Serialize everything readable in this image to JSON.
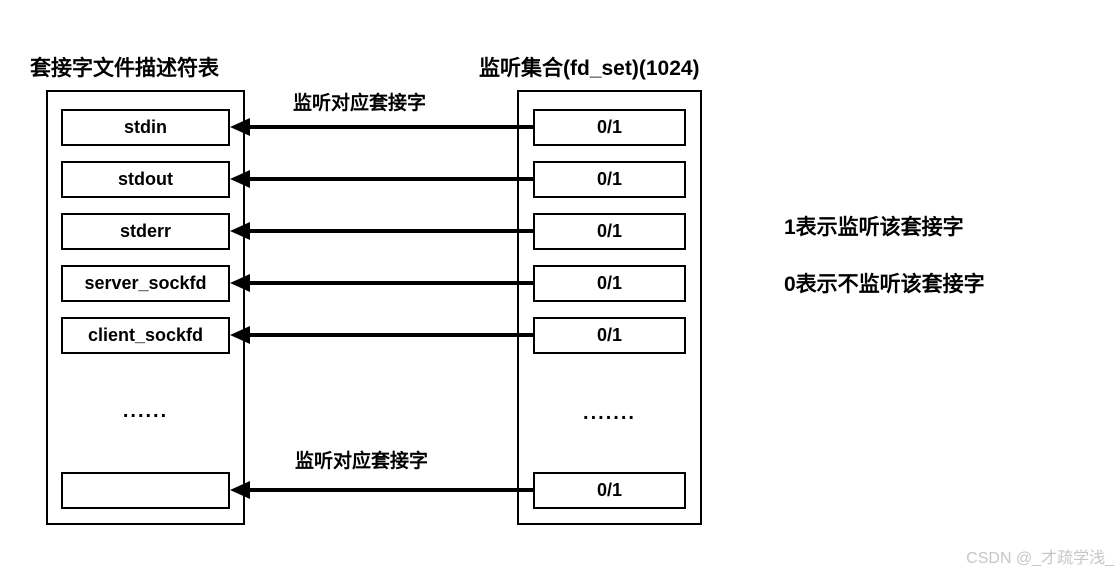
{
  "left_table": {
    "title": "套接字文件描述符表",
    "cells": [
      "stdin",
      "stdout",
      "stderr",
      "server_sockfd",
      "client_sockfd",
      ""
    ],
    "cell_names": [
      "stdin",
      "stdout",
      "stderr",
      "server-sockfd",
      "client-sockfd",
      "empty"
    ],
    "ellipsis": "......"
  },
  "right_table": {
    "title": "监听集合(fd_set)(1024)",
    "cells": [
      "0/1",
      "0/1",
      "0/1",
      "0/1",
      "0/1",
      "0/1"
    ],
    "ellipsis": "......."
  },
  "arrow_labels": {
    "top": "监听对应套接字",
    "bottom": "监听对应套接字"
  },
  "annotations": [
    "1表示监听该套接字",
    "0表示不监听该套接字"
  ],
  "watermark": "CSDN @_才疏学浅_",
  "colors": {
    "line": "#000000",
    "text": "#000000",
    "watermark": "#c6c6c6",
    "background": "#ffffff"
  }
}
